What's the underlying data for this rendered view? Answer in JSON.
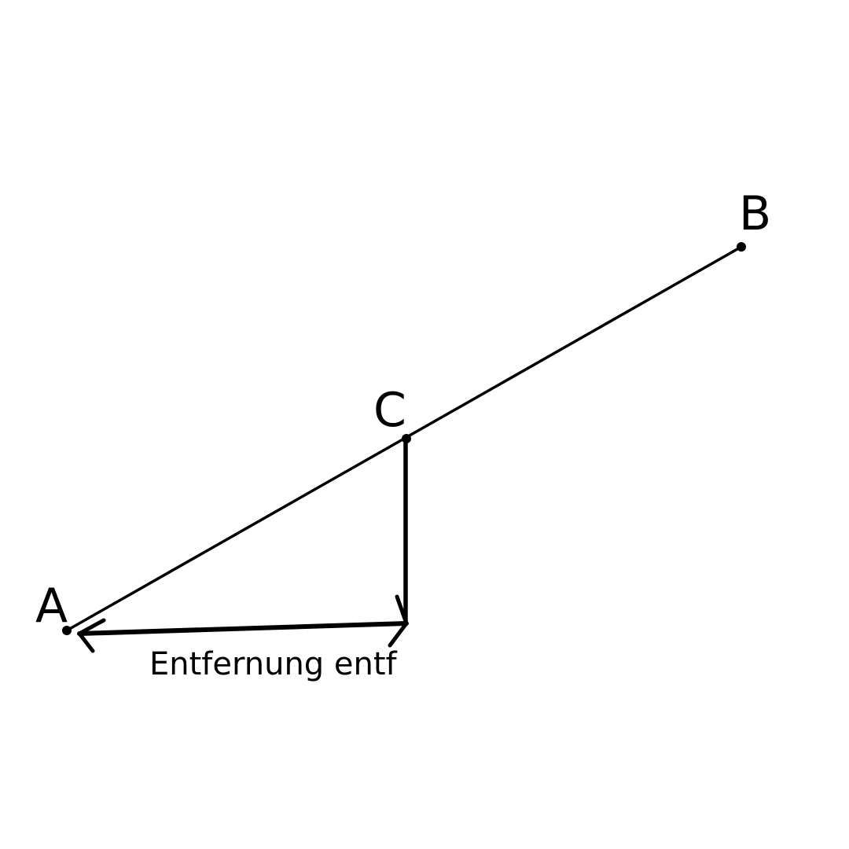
{
  "labels": {
    "point_a": "A",
    "point_b": "B",
    "point_c": "C",
    "distance": "Entfernung entf"
  },
  "colors": {
    "ink": "#000000",
    "background": "#ffffff"
  }
}
